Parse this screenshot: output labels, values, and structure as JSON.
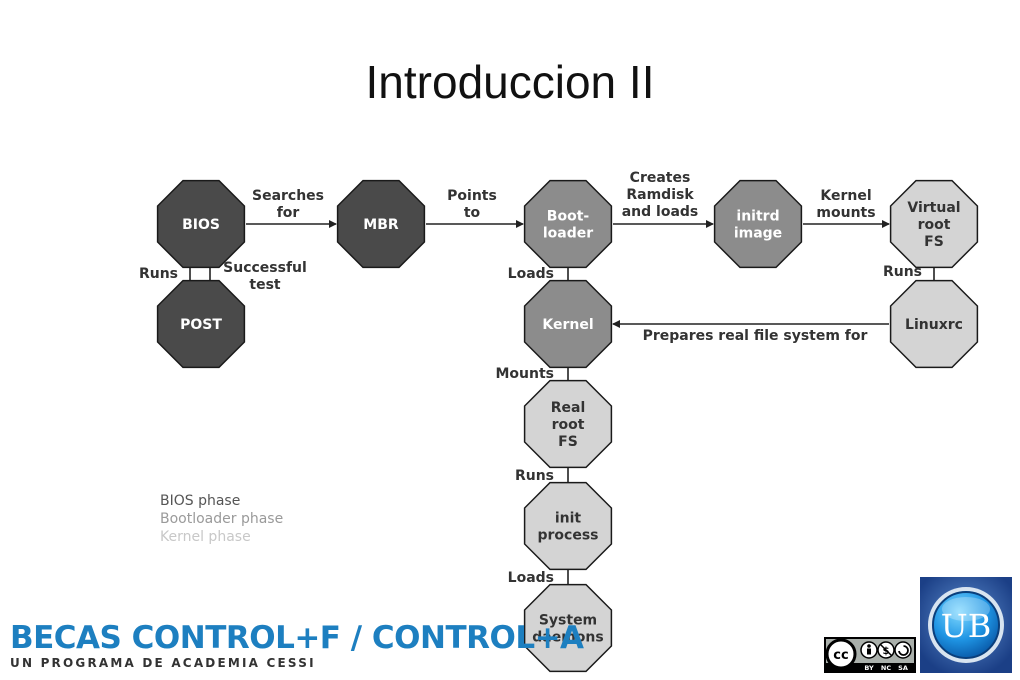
{
  "title": "Introduccion II",
  "colors": {
    "bios": "#4a4a4a",
    "bootloader": "#8c8c8c",
    "kernel": "#d4d4d4",
    "brand": "#1d7fc0"
  },
  "nodes": {
    "bios": [
      "BIOS"
    ],
    "mbr": [
      "MBR"
    ],
    "post": [
      "POST"
    ],
    "bootloader": [
      "Boot-",
      "loader"
    ],
    "initrd": [
      "initrd",
      "image"
    ],
    "virtual_root": [
      "Virtual",
      "root",
      "FS"
    ],
    "linuxrc": [
      "Linuxrc"
    ],
    "kernel": [
      "Kernel"
    ],
    "real_root": [
      "Real",
      "root",
      "FS"
    ],
    "init": [
      "init",
      "process"
    ],
    "daemons": [
      "System",
      "daemons"
    ]
  },
  "edges": {
    "bios_mbr": [
      "Searches",
      "for"
    ],
    "mbr_bootloader": [
      "Points",
      "to"
    ],
    "bootloader_initrd": [
      "Creates",
      "Ramdisk",
      "and loads"
    ],
    "initrd_virtual": [
      "Kernel",
      "mounts"
    ],
    "bios_post": [
      "Runs"
    ],
    "post_bios": [
      "Successful",
      "test"
    ],
    "virtual_linuxrc": [
      "Runs"
    ],
    "bootloader_kernel": [
      "Loads"
    ],
    "linuxrc_kernel": [
      "Prepares real file system for"
    ],
    "kernel_realroot": [
      "Mounts"
    ],
    "realroot_init": [
      "Runs"
    ],
    "init_daemons": [
      "Loads"
    ]
  },
  "legend": [
    "BIOS phase",
    "Bootloader phase",
    "Kernel phase"
  ],
  "footer": {
    "brand": "BECAS CONTROL+F / CONTROL+A",
    "subtitle": "UN PROGRAMA DE ACADEMIA CESSI",
    "license_badge": [
      "cc",
      "BY",
      "NC",
      "SA"
    ],
    "logo_text": "UB"
  }
}
